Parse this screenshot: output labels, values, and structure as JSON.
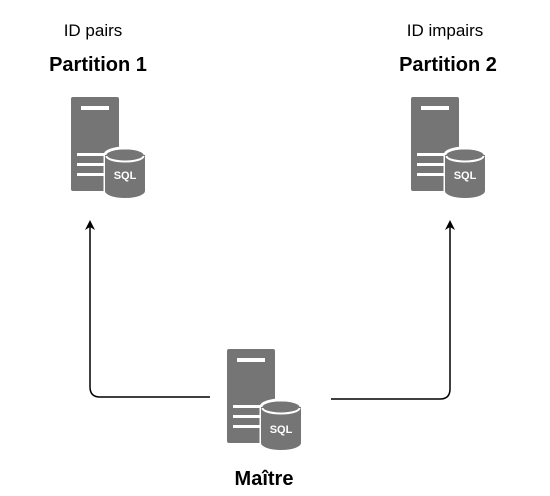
{
  "colors": {
    "server": "#757575",
    "edge": "#000000",
    "text": "#000000",
    "background": "#ffffff"
  },
  "icon": "sql-server-icon",
  "nodes": {
    "partition1": {
      "caption": "ID pairs",
      "title": "Partition 1",
      "db_label": "SQL"
    },
    "partition2": {
      "caption": "ID impairs",
      "title": "Partition 2",
      "db_label": "SQL"
    },
    "master": {
      "title": "Maître",
      "db_label": "SQL"
    }
  },
  "edges": [
    {
      "from": "master",
      "to": "partition1"
    },
    {
      "from": "master",
      "to": "partition2"
    }
  ]
}
